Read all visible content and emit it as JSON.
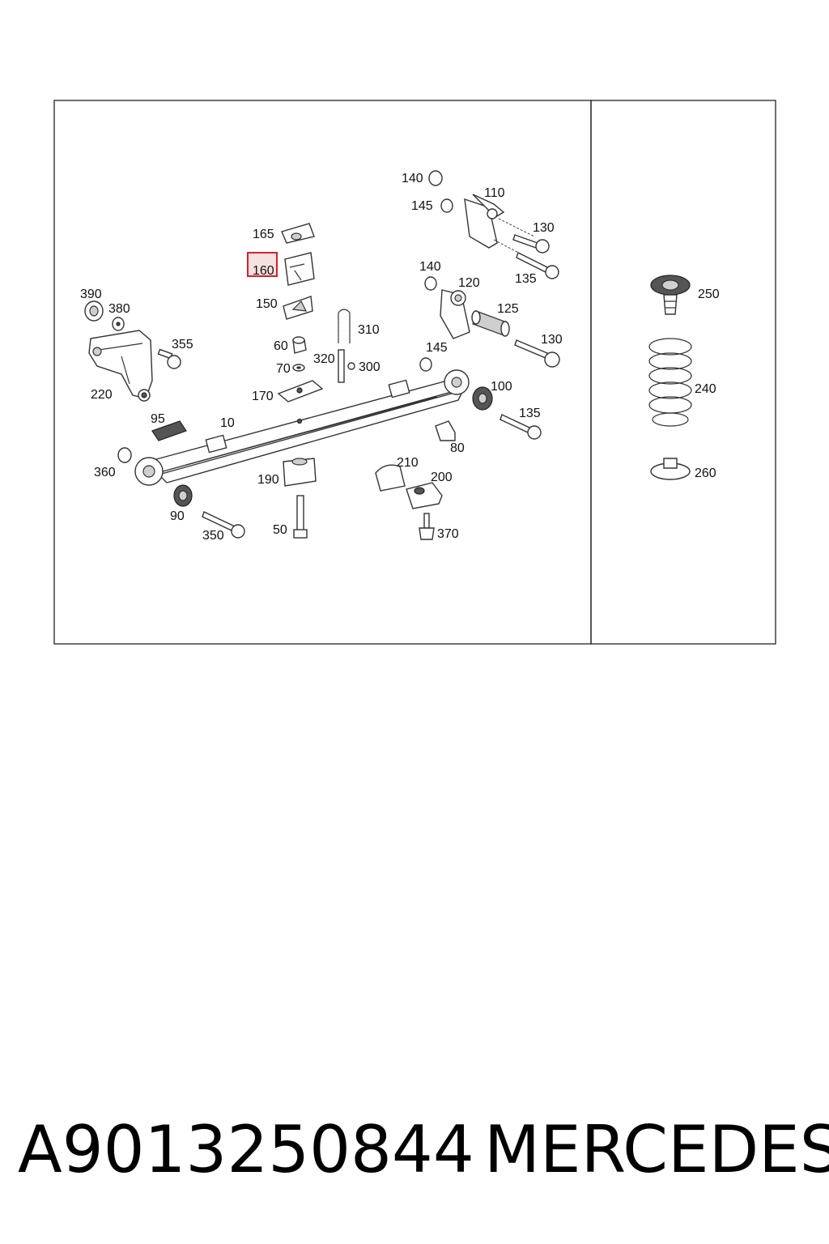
{
  "labels": {
    "p10": "10",
    "p50": "50",
    "p60": "60",
    "p70": "70",
    "p80": "80",
    "p90": "90",
    "p95": "95",
    "p100": "100",
    "p110": "110",
    "p120": "120",
    "p125": "125",
    "p130a": "130",
    "p130b": "130",
    "p135a": "135",
    "p135b": "135",
    "p140a": "140",
    "p140b": "140",
    "p145a": "145",
    "p145b": "145",
    "p150": "150",
    "p160": "160",
    "p165": "165",
    "p170": "170",
    "p190": "190",
    "p200": "200",
    "p210": "210",
    "p220": "220",
    "p240": "240",
    "p250": "250",
    "p260": "260",
    "p300": "300",
    "p310": "310",
    "p320": "320",
    "p350": "350",
    "p355": "355",
    "p360": "360",
    "p370": "370",
    "p380": "380",
    "p390": "390"
  },
  "highlight_color": "#d9202a",
  "footer": {
    "part_number": "A9013250844",
    "brand": "MERCEDES"
  }
}
